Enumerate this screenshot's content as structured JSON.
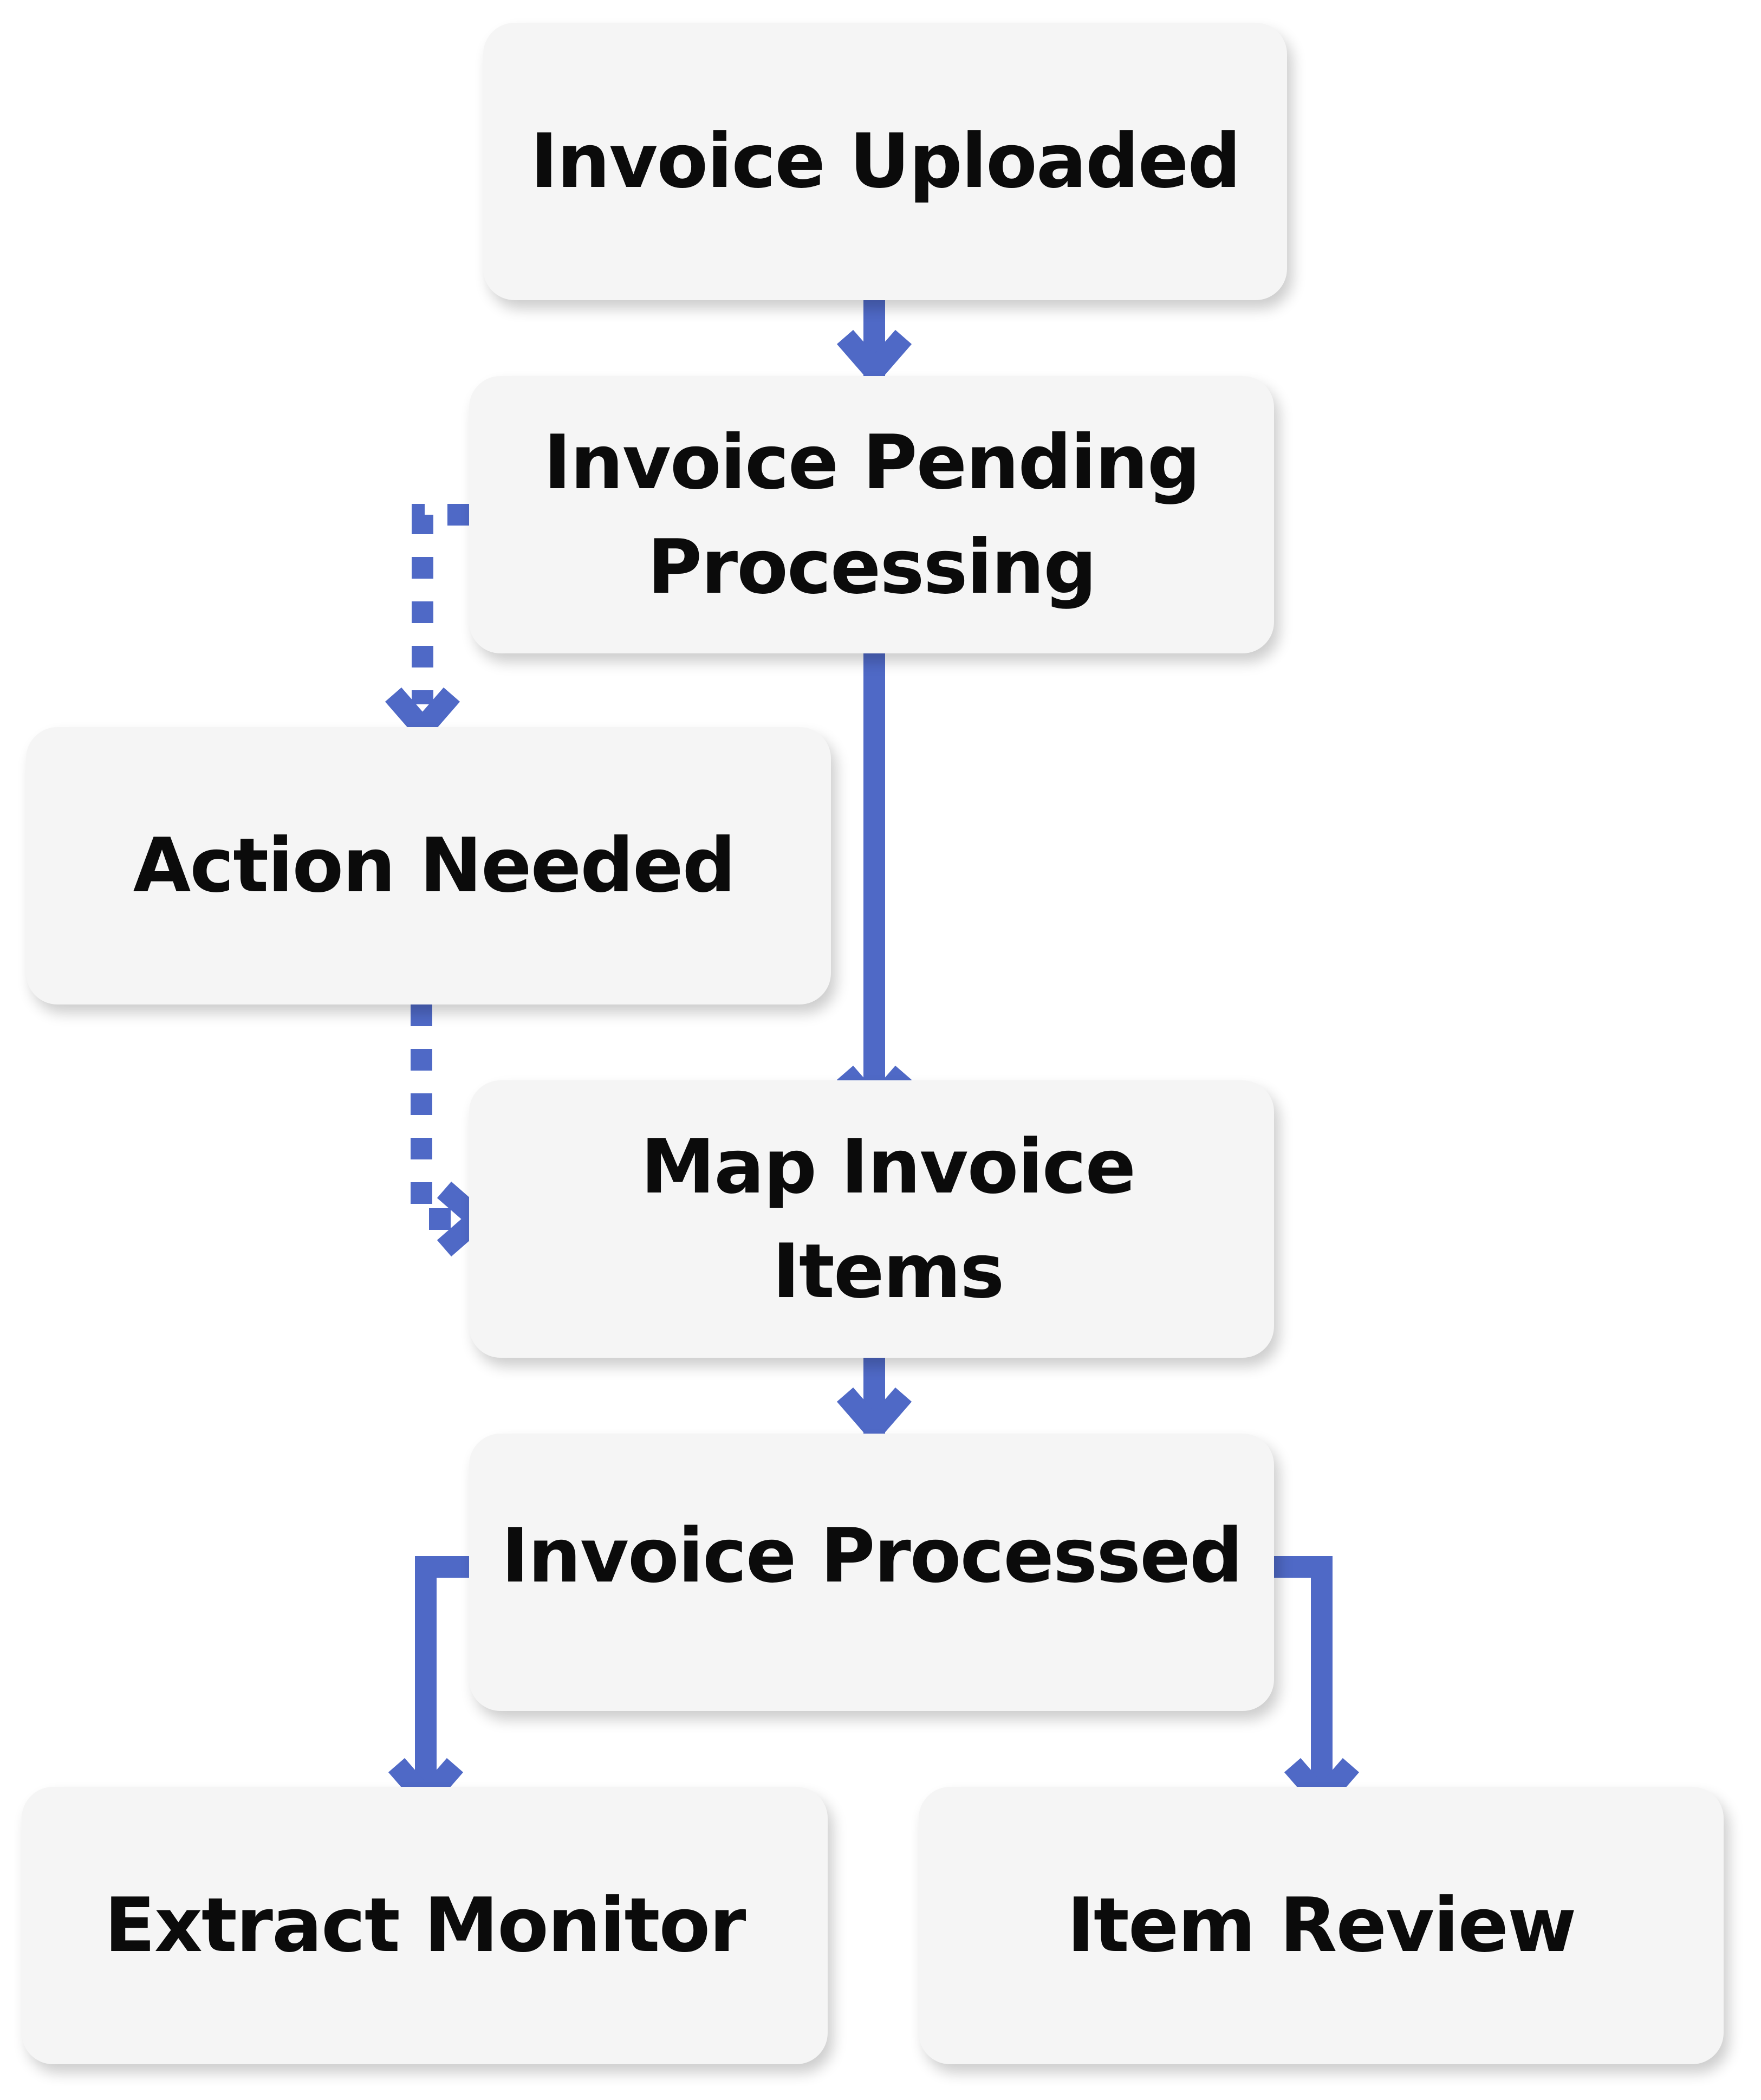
{
  "colors": {
    "arrow": "#4f69c6",
    "box_fill": "#f5f5f5",
    "text": "#0b0b0b"
  },
  "nodes": {
    "uploaded": "Invoice Uploaded",
    "pending": "Invoice Pending Processing",
    "action": "Action Needed",
    "map": "Map Invoice Items",
    "processed": "Invoice Processed",
    "extract": "Extract Monitor",
    "review": "Item Review"
  },
  "edges": [
    {
      "from": "Invoice Uploaded",
      "to": "Invoice Pending Processing",
      "style": "solid"
    },
    {
      "from": "Invoice Pending Processing",
      "to": "Action Needed",
      "style": "dashed"
    },
    {
      "from": "Invoice Pending Processing",
      "to": "Map Invoice Items",
      "style": "solid"
    },
    {
      "from": "Action Needed",
      "to": "Map Invoice Items",
      "style": "dashed"
    },
    {
      "from": "Map Invoice Items",
      "to": "Invoice Processed",
      "style": "solid"
    },
    {
      "from": "Invoice Processed",
      "to": "Extract Monitor",
      "style": "solid"
    },
    {
      "from": "Invoice Processed",
      "to": "Item Review",
      "style": "solid"
    }
  ]
}
